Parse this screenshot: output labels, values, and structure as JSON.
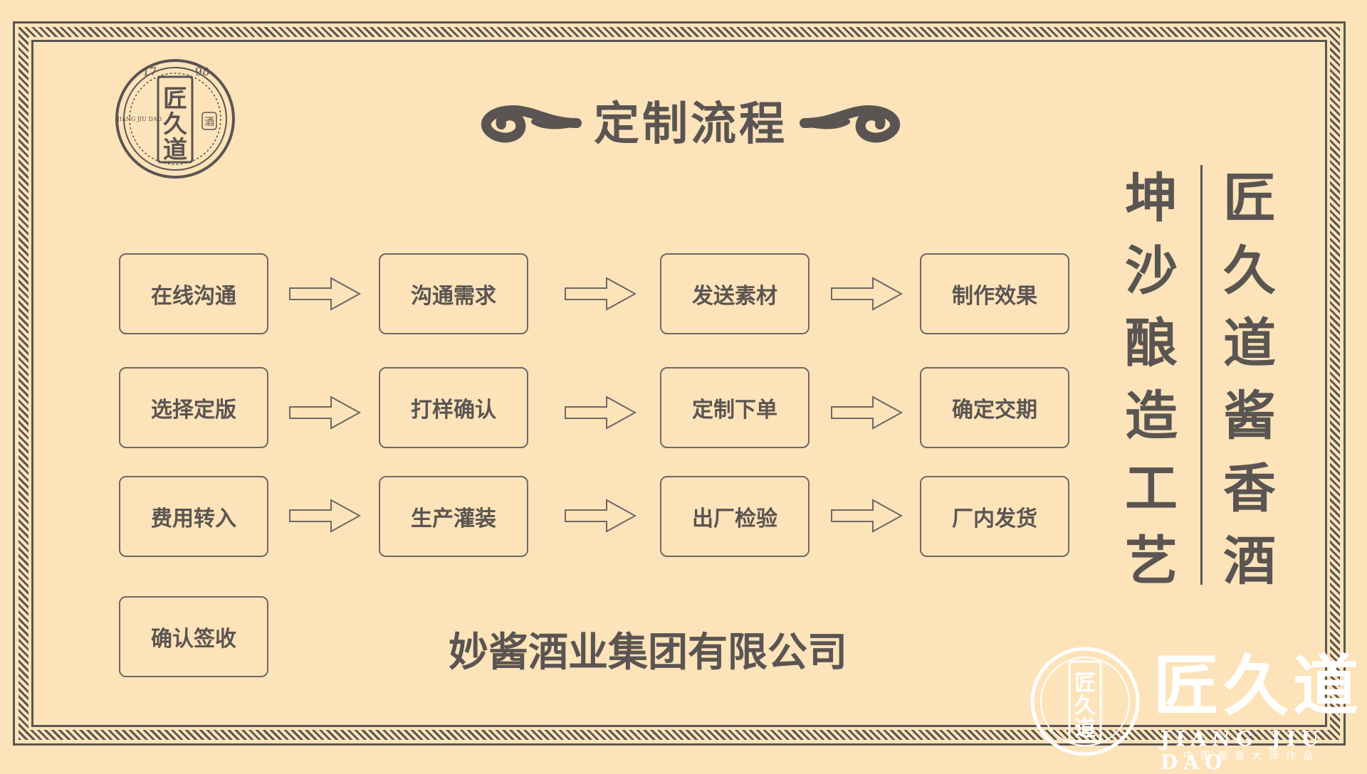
{
  "logo": {
    "main": "匠久道",
    "year_left": "17",
    "year_right": "98",
    "side_en": "JIANG JIU DAO",
    "side_cn": "酒"
  },
  "title": "定制流程",
  "steps": [
    "在线沟通",
    "沟通需求",
    "发送素材",
    "制作效果",
    "选择定版",
    "打样确认",
    "定制下单",
    "确定交期",
    "费用转入",
    "生产灌装",
    "出厂检验",
    "厂内发货",
    "确认签收"
  ],
  "vertical": {
    "right": "匠久道酱香酒",
    "left": "坤沙酿造工艺"
  },
  "company": "妙酱酒业集团有限公司",
  "watermark": {
    "main": "匠久道",
    "en": "JIANG JIU DAO",
    "sub": "中国酱香大师作品"
  },
  "colors": {
    "background": "#fde3b9",
    "ink": "#5a5552"
  }
}
